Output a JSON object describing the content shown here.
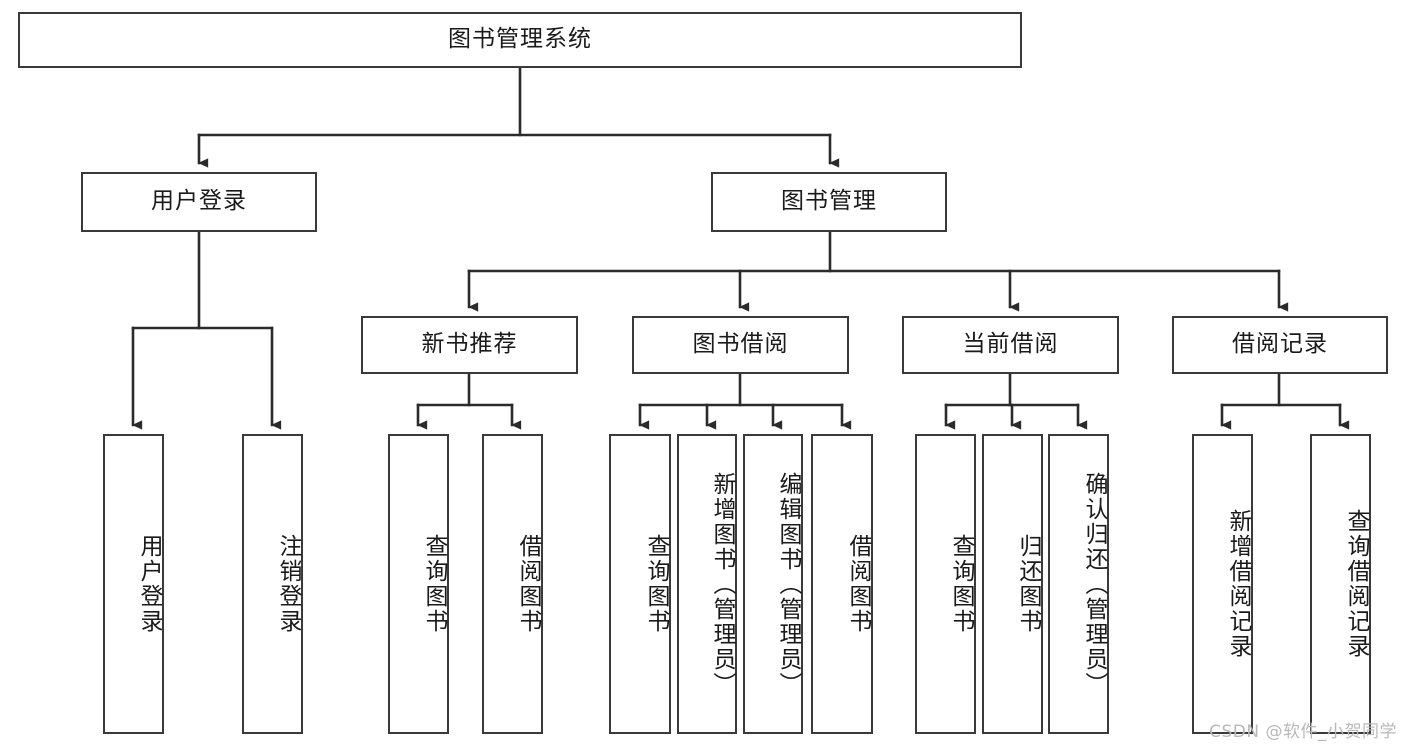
{
  "diagram": {
    "type": "tree",
    "title": "图书管理系统",
    "orientation": "top-down",
    "edge_style": "orthogonal-arrow",
    "colors": {
      "box_border": "#3a3a3a",
      "box_fill": "#ffffff",
      "edge": "#2b2b2b",
      "text": "#1a1a1a",
      "watermark": "#b9b9b9",
      "background": "#ffffff"
    }
  },
  "nodes": {
    "root": {
      "label": "图书管理系统",
      "level": 1
    },
    "level2": [
      {
        "id": "user-login",
        "label": "用户登录"
      },
      {
        "id": "book-management",
        "label": "图书管理"
      }
    ],
    "level3": [
      {
        "id": "new-book-recommend",
        "label": "新书推荐",
        "parent": "book-management"
      },
      {
        "id": "book-borrow",
        "label": "图书借阅",
        "parent": "book-management"
      },
      {
        "id": "current-borrow",
        "label": "当前借阅",
        "parent": "book-management"
      },
      {
        "id": "borrow-record",
        "label": "借阅记录",
        "parent": "book-management"
      }
    ],
    "leaves": [
      {
        "id": "leaf-user-login",
        "label": "用户登录",
        "parent": "user-login"
      },
      {
        "id": "leaf-logout-login",
        "label": "注销登录",
        "parent": "user-login"
      },
      {
        "id": "leaf-query-book-1",
        "label": "查询图书",
        "parent": "new-book-recommend"
      },
      {
        "id": "leaf-borrow-book-1",
        "label": "借阅图书",
        "parent": "new-book-recommend"
      },
      {
        "id": "leaf-query-book-2",
        "label": "查询图书",
        "parent": "book-borrow"
      },
      {
        "id": "leaf-add-book",
        "label": "新增图书（管理员）",
        "parent": "book-borrow"
      },
      {
        "id": "leaf-edit-book",
        "label": "编辑图书（管理员）",
        "parent": "book-borrow"
      },
      {
        "id": "leaf-borrow-book-2",
        "label": "借阅图书",
        "parent": "book-borrow"
      },
      {
        "id": "leaf-query-book-3",
        "label": "查询图书",
        "parent": "current-borrow"
      },
      {
        "id": "leaf-return-book",
        "label": "归还图书",
        "parent": "current-borrow"
      },
      {
        "id": "leaf-confirm-return",
        "label": "确认归还（管理员）",
        "parent": "current-borrow"
      },
      {
        "id": "leaf-add-record",
        "label": "新增借阅记录",
        "parent": "borrow-record"
      },
      {
        "id": "leaf-query-record",
        "label": "查询借阅记录",
        "parent": "borrow-record"
      }
    ]
  },
  "watermark": {
    "text": "CSDN @软件_小贺同学"
  }
}
